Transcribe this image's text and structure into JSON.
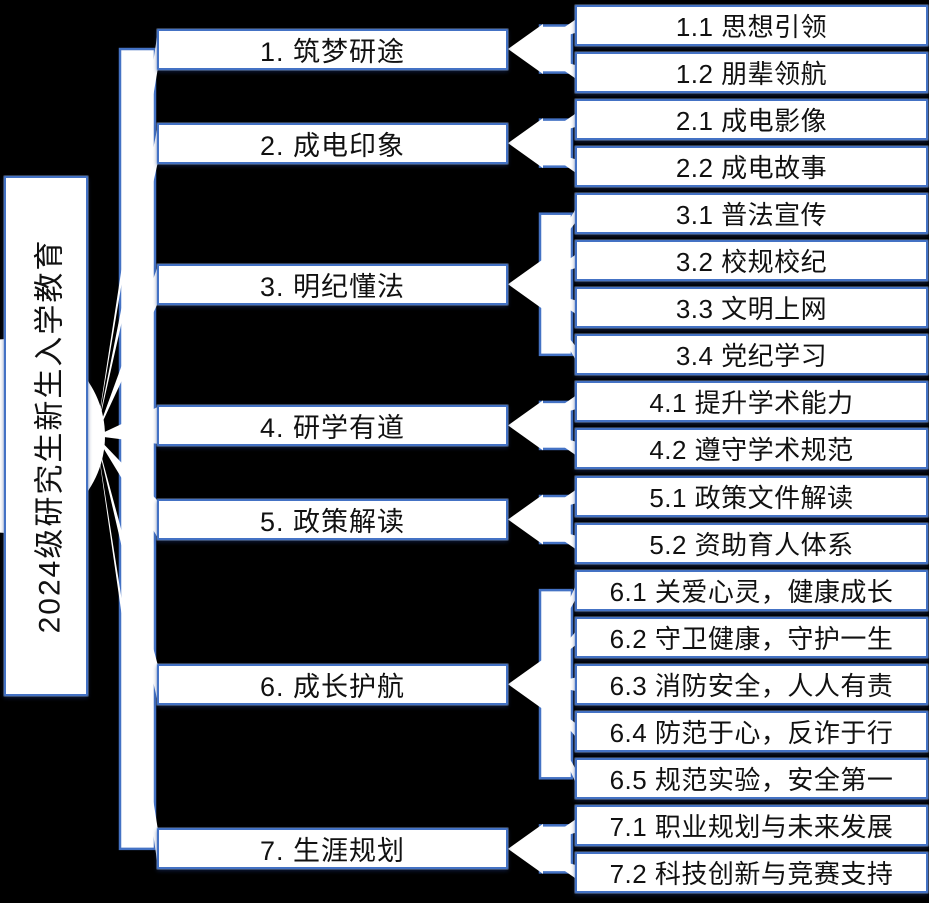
{
  "diagram": {
    "root": {
      "label": "2024级研究生新生入学教育"
    },
    "categories": [
      {
        "label": "1. 筑梦研途",
        "children": [
          "1.1 思想引领",
          "1.2 朋辈领航"
        ]
      },
      {
        "label": "2. 成电印象",
        "children": [
          "2.1 成电影像",
          "2.2 成电故事"
        ]
      },
      {
        "label": "3. 明纪懂法",
        "children": [
          "3.1 普法宣传",
          "3.2 校规校纪",
          "3.3 文明上网",
          "3.4 党纪学习"
        ]
      },
      {
        "label": "4. 研学有道",
        "children": [
          "4.1 提升学术能力",
          "4.2 遵守学术规范"
        ]
      },
      {
        "label": "5. 政策解读",
        "children": [
          "5.1 政策文件解读",
          "5.2 资助育人体系"
        ]
      },
      {
        "label": "6. 成长护航",
        "children": [
          "6.1 关爱心灵，健康成长",
          "6.2 守卫健康，守护一生",
          "6.3 消防安全，人人有责",
          "6.4 防范于心，反诈于行",
          "6.5 规范实验，安全第一"
        ]
      },
      {
        "label": "7. 生涯规划",
        "children": [
          "7.1 职业规划与未来发展",
          "7.2 科技创新与竞赛支持"
        ]
      }
    ],
    "colors": {
      "border_blue": "#4472C4",
      "box_fill": "#FFFFFF",
      "text": "#111111",
      "background": "#000000"
    }
  }
}
